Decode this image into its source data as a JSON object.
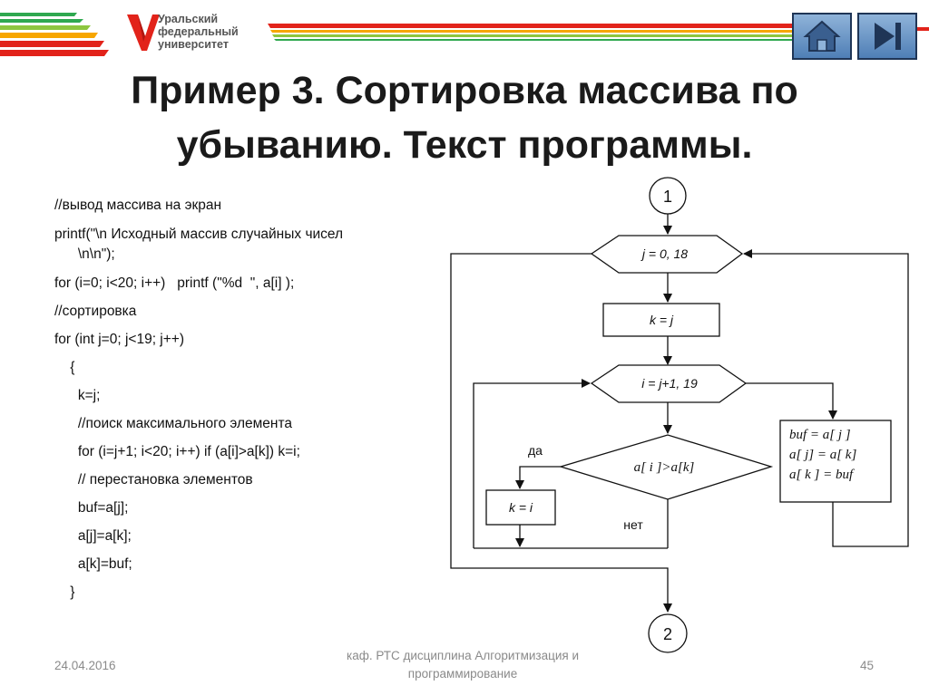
{
  "header": {
    "logo_lines": [
      "Уральский",
      "федеральный",
      "университет"
    ],
    "home_icon": "home-icon",
    "next_icon": "skip-next-icon"
  },
  "slide": {
    "title_line1": "Пример 3. Сортировка массива по",
    "title_line2": "убыванию. Текст программы."
  },
  "code": {
    "lines": [
      "//вывод массива на экран",
      "printf(\"\\n Исходный массив случайных чисел",
      "      \\n\\n\");",
      "for (i=0; i<20; i++)   printf (\"%d  \", a[i] );",
      "//сортировка",
      "for (int j=0; j<19; j++)",
      "    {",
      "      k=j;",
      "      //поиск максимального элемента",
      "      for (i=j+1; i<20; i++) if (a[i]>a[k]) k=i;",
      "      // перестановка элементов",
      "      buf=a[j];",
      "      a[j]=a[k];",
      "      a[k]=buf;",
      "    }"
    ]
  },
  "flowchart": {
    "connector_top": "1",
    "connector_bottom": "2",
    "loop_j": "j = 0, 18",
    "assign_k": "k = j",
    "loop_i": "i = j+1, 19",
    "condition": "a[  i  ]>a[k]",
    "yes_label": "да",
    "no_label": "нет",
    "assign_k_i": "k = i",
    "swap_lines": [
      "buf  = a[  j  ]",
      "a[  j]  = a[  k]",
      "a[  k  ]  = buf"
    ]
  },
  "footer": {
    "date": "24.04.2016",
    "center_line1": "каф. РТС дисциплина Алгоритмизация и",
    "center_line2": "программирование",
    "page": "45"
  },
  "colors": {
    "stripe_red": "#e2231a",
    "stripe_orange": "#f7a600",
    "stripe_green": "#2fa84f",
    "nav_blue": "#5b8bc4",
    "title": "#1a1a1a",
    "footer_text": "#8a8a8a"
  }
}
